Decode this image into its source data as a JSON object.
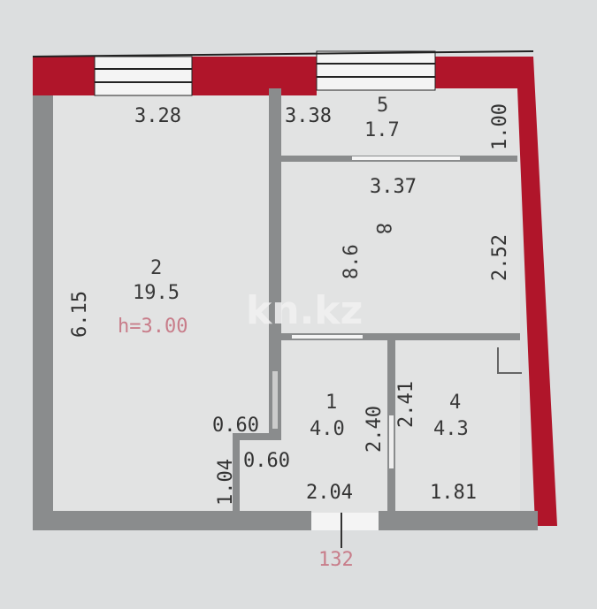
{
  "colors": {
    "exterior_wall": "#b0152a",
    "interior_wall": "#8a8c8d",
    "floor": "#e2e3e3",
    "background": "#dcdedf"
  },
  "watermark": "kn.kz",
  "ceiling_height": "h=3.00",
  "entrance_label": "132",
  "rooms": [
    {
      "number": "2",
      "area": "19.5",
      "width": "3.28",
      "length": "6.15"
    },
    {
      "number": "5",
      "area": "1.7",
      "width": "3.38",
      "length": "1.00"
    },
    {
      "number": "8",
      "area": "8.6",
      "width": "3.37",
      "length": "2.52"
    },
    {
      "number": "1",
      "area": "4.0",
      "width": "2.04",
      "length": "2.40"
    },
    {
      "number": "4",
      "area": "4.3",
      "width": "1.81",
      "length": "2.41"
    }
  ],
  "extra_dims": {
    "niche_a": "0.60",
    "niche_b": "0.60",
    "niche_c": "1.04"
  }
}
